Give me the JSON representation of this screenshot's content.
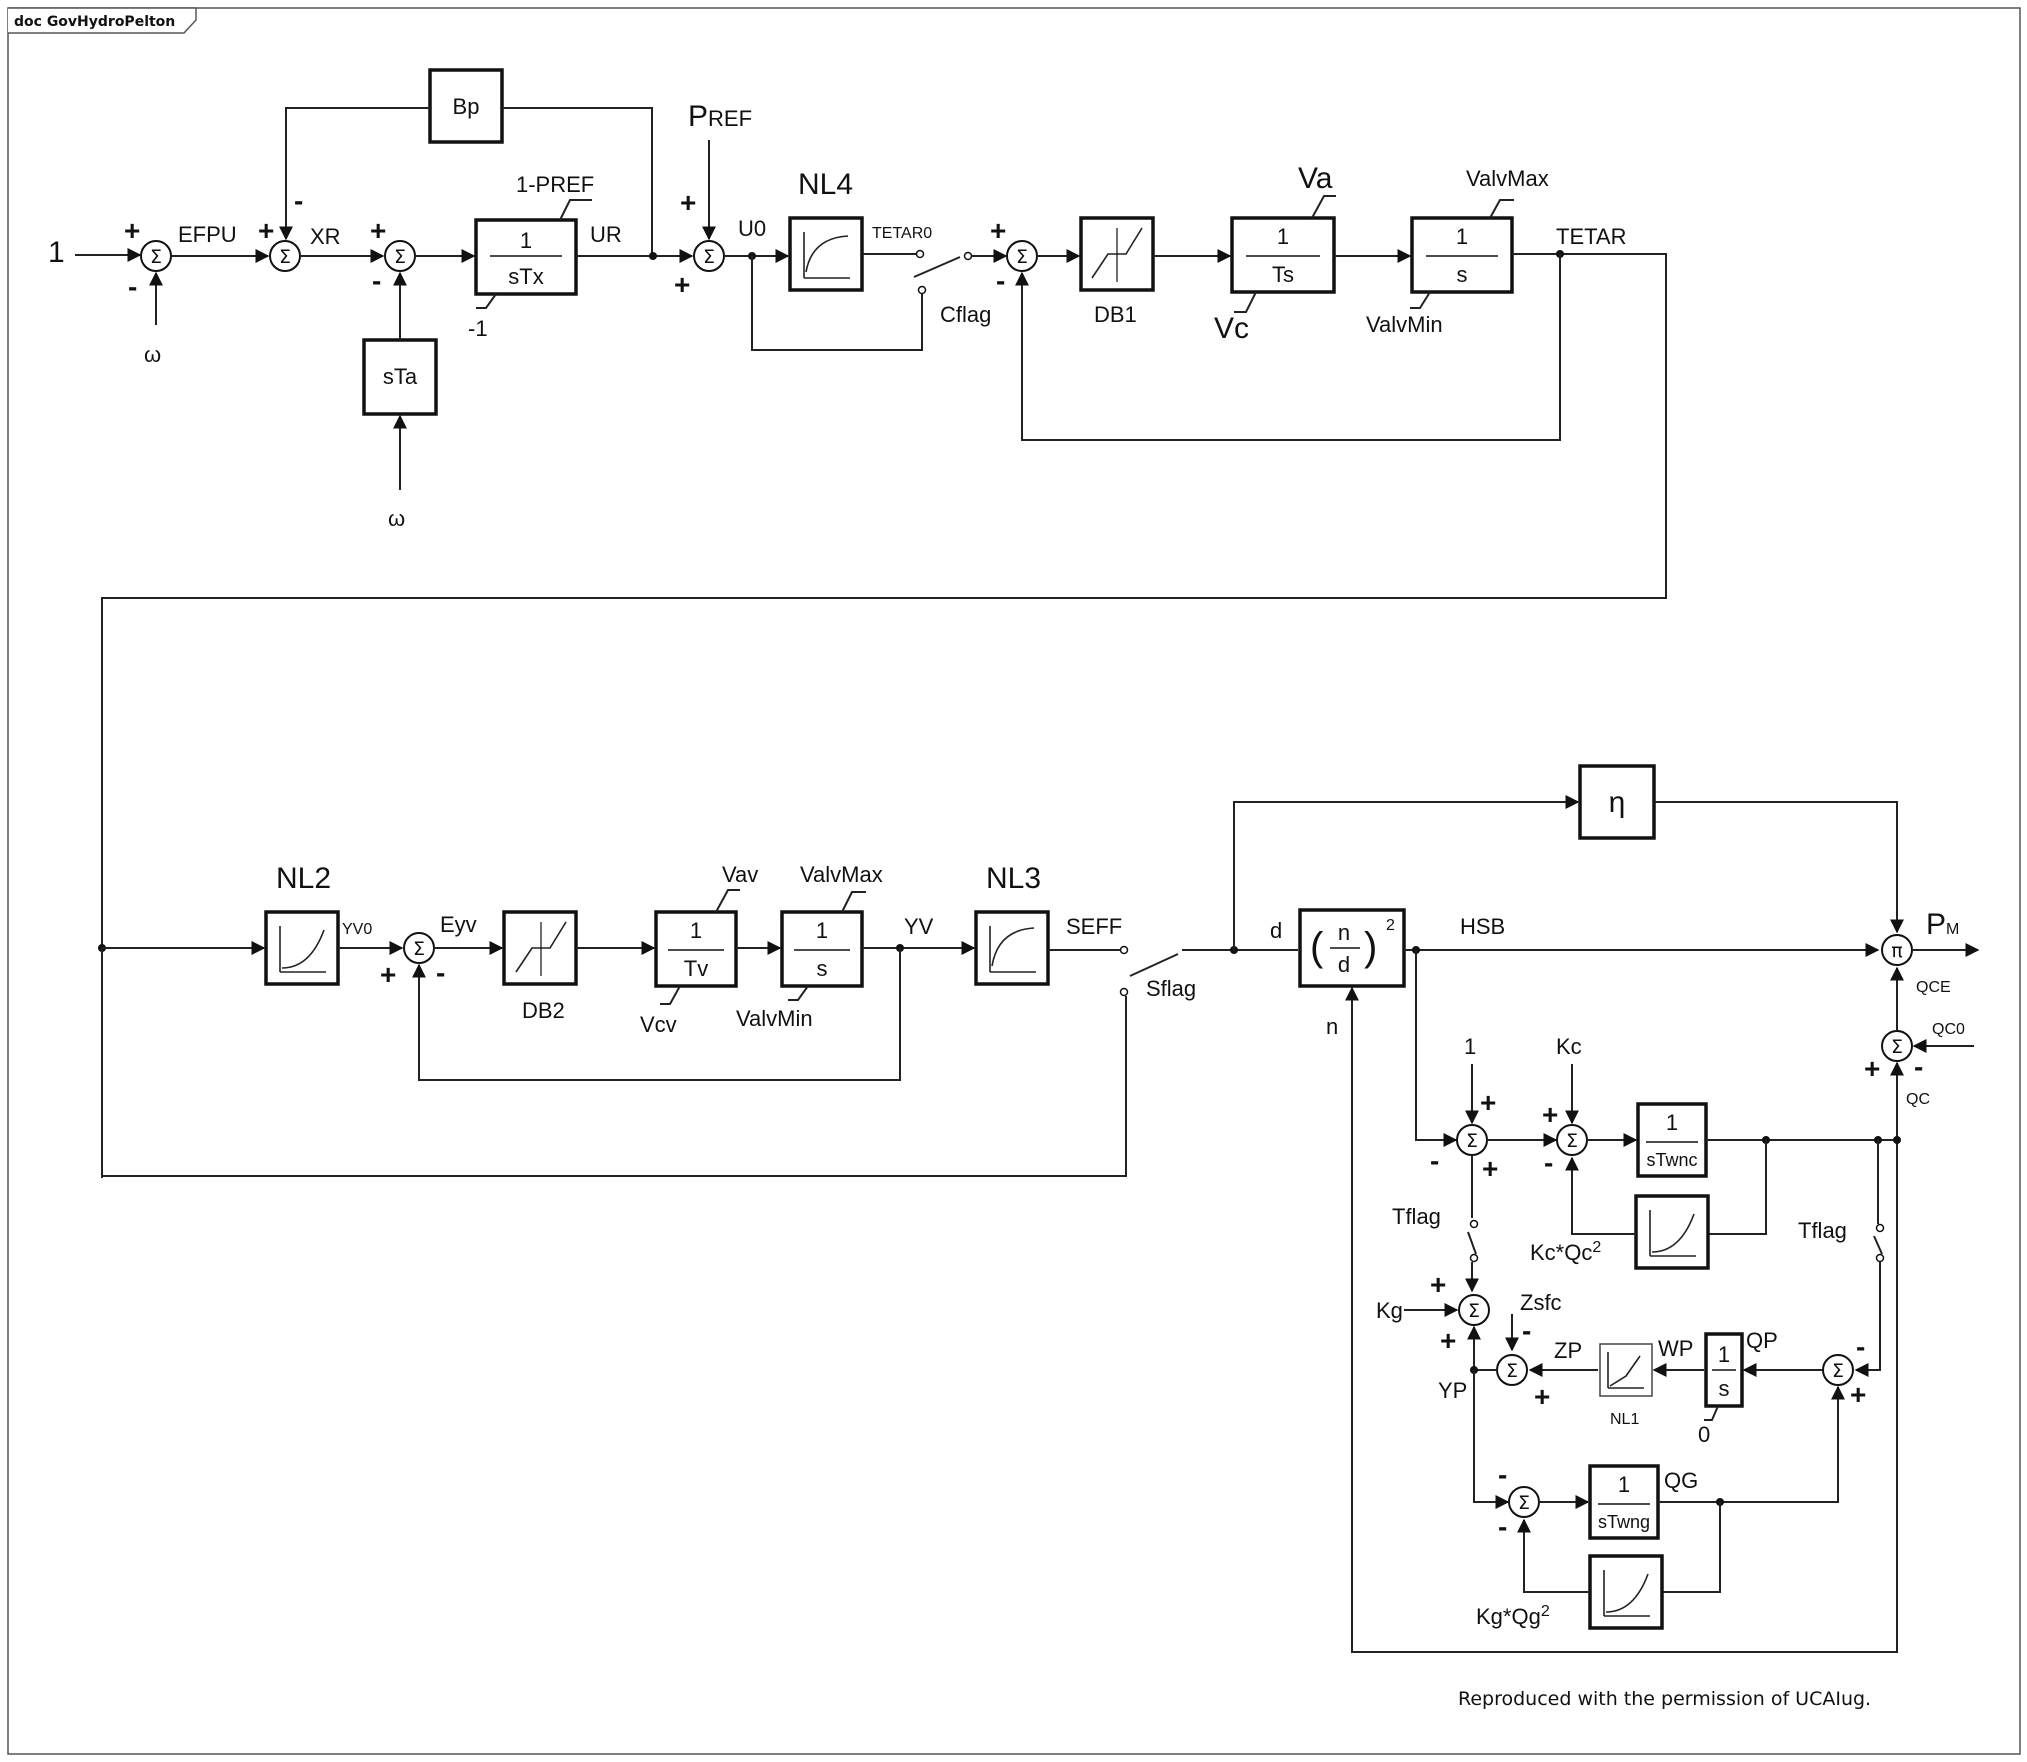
{
  "frame": {
    "tab": "doc GovHydroPelton"
  },
  "credit": "Reproduced with the permission of UCAIug.",
  "signals": {
    "one": "1",
    "omega": "ω",
    "efpu": "EFPU",
    "xr": "XR",
    "ur": "UR",
    "pref_main": "P",
    "pref_sub": "REF",
    "u0": "U0",
    "tetar0": "TETAR0",
    "cflag": "Cflag",
    "tetar": "TETAR",
    "yv0": "YV0",
    "eyv": "Eyv",
    "yv": "YV",
    "seff": "SEFF",
    "sflag": "Sflag",
    "d": "d",
    "n": "n",
    "hsb": "HSB",
    "pm_main": "P",
    "pm_sub": "M",
    "qce": "QCE",
    "qc0": "QC0",
    "qc": "QC",
    "kc": "Kc",
    "kcqc2": "Kc*Qc",
    "tflag": "Tflag",
    "kg": "Kg",
    "zsfc": "Zsfc",
    "zp": "ZP",
    "wp": "WP",
    "qp": "QP",
    "yp": "YP",
    "qg": "QG",
    "kgqg2": "Kg*Qg",
    "sq": "2",
    "zero": "0"
  },
  "blocks": {
    "bp": "Bp",
    "sta": "sTa",
    "tx_num": "1",
    "tx_den": "sTx",
    "tx_max": "1-PREF",
    "tx_min": "-1",
    "nl4": "NL4",
    "db1": "DB1",
    "ts_num": "1",
    "ts_den": "Ts",
    "va": "Va",
    "vc": "Vc",
    "int1_num": "1",
    "int1_den": "s",
    "valvmax": "ValvMax",
    "valvmin": "ValvMin",
    "nl2": "NL2",
    "db2": "DB2",
    "tv_num": "1",
    "tv_den": "Tv",
    "vav": "Vav",
    "vcv": "Vcv",
    "int2_num": "1",
    "int2_den": "s",
    "valvmax2": "ValvMax",
    "valvmin2": "ValvMin",
    "nl3": "NL3",
    "eta": "η",
    "nd_n": "n",
    "nd_d": "d",
    "twnc_num": "1",
    "twnc_den": "sTwnc",
    "twng_num": "1",
    "twng_den": "sTwng",
    "intq_num": "1",
    "intq_den": "s",
    "nl1": "NL1"
  },
  "sigma": "Σ",
  "pi": "π",
  "signs": {
    "plus": "+",
    "minus": "-"
  }
}
